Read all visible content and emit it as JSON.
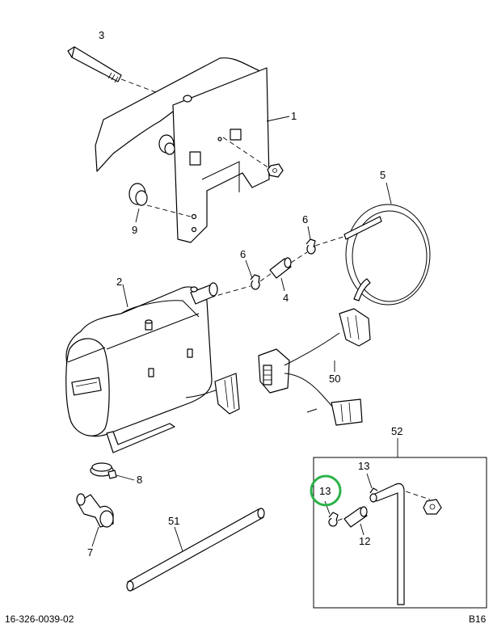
{
  "callouts": {
    "c1": "1",
    "c2": "2",
    "c3": "3",
    "c4": "4",
    "c5": "5",
    "c6a": "6",
    "c6b": "6",
    "c7": "7",
    "c8": "8",
    "c9": "9",
    "c12": "12",
    "c13a": "13",
    "c13b": "13",
    "c50": "50",
    "c51": "51",
    "c52": "52"
  },
  "footer": {
    "drawing_number": "16-326-0039-02",
    "page_code": "B16"
  },
  "highlight_color": "#2db34a"
}
